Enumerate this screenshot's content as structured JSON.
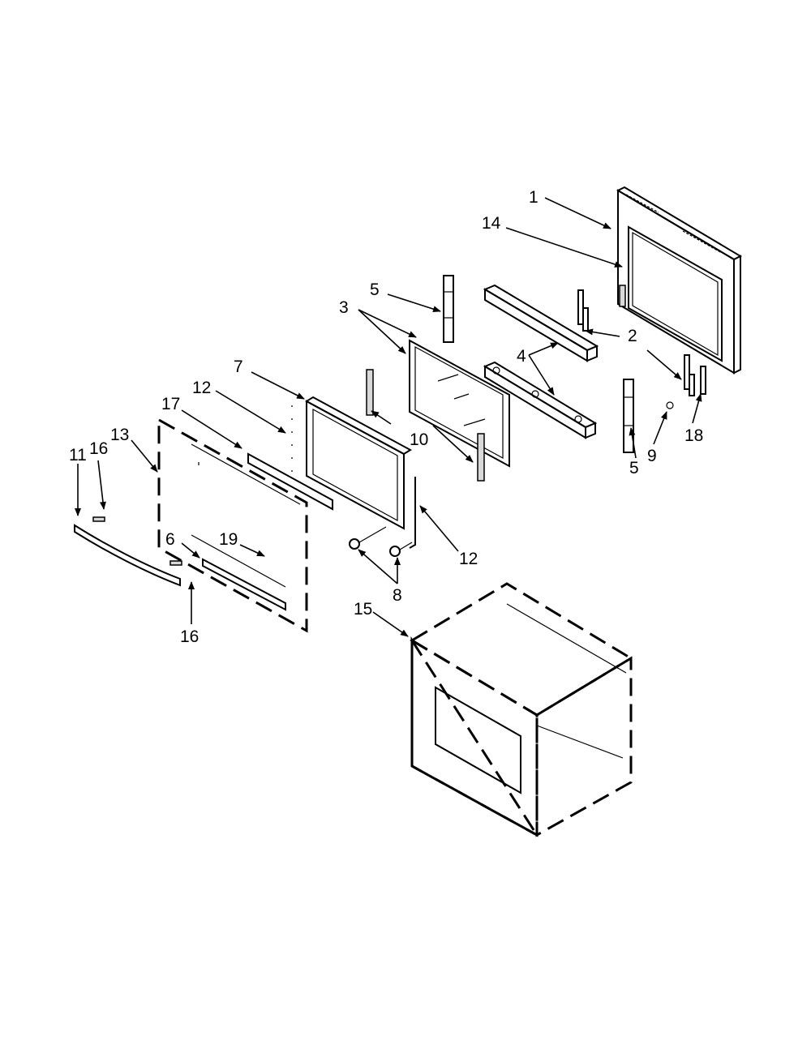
{
  "labels": {
    "p1": "1",
    "p2": "2",
    "p3": "3",
    "p4": "4",
    "p5a": "5",
    "p5b": "5",
    "p6": "6",
    "p7": "7",
    "p8": "8",
    "p9": "9",
    "p10": "10",
    "p11": "11",
    "p12a": "12",
    "p12b": "12",
    "p13": "13",
    "p14": "14",
    "p15": "15",
    "p16a": "16",
    "p16b": "16",
    "p17": "17",
    "p18": "18",
    "p19": "19"
  }
}
